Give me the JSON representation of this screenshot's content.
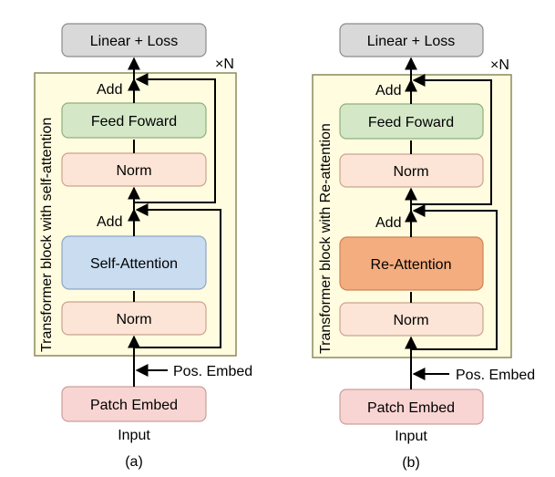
{
  "figure": {
    "panels": [
      {
        "caption": "(a)",
        "side_label": "Transformer block with self-attention",
        "repeat": "×N",
        "boxes": {
          "loss": "Linear + Loss",
          "ff": "Feed Foward",
          "norm_top": "Norm",
          "attention": "Self-Attention",
          "norm_bottom": "Norm",
          "patch": "Patch Embed"
        },
        "add_top": "Add",
        "add_bottom": "Add",
        "pos": "Pos. Embed",
        "input": "Input",
        "colors": {
          "attention": "#c9dcf0",
          "attention_stroke": "#8da6c6"
        }
      },
      {
        "caption": "(b)",
        "side_label": "Transformer block with Re-attention",
        "repeat": "×N",
        "boxes": {
          "loss": "Linear + Loss",
          "ff": "Feed Foward",
          "norm_top": "Norm",
          "attention": "Re-Attention",
          "norm_bottom": "Norm",
          "patch": "Patch Embed"
        },
        "add_top": "Add",
        "add_bottom": "Add",
        "pos": "Pos. Embed",
        "input": "Input",
        "colors": {
          "attention": "#f4ad7f",
          "attention_stroke": "#c98656"
        }
      }
    ],
    "colors": {
      "loss": "#d9d9d9",
      "ff": "#d4e8c8",
      "norm": "#fce4d6",
      "patch": "#f8d5d3",
      "block_bg": "#fffce0",
      "block_stroke": "#8c8c5a"
    }
  }
}
